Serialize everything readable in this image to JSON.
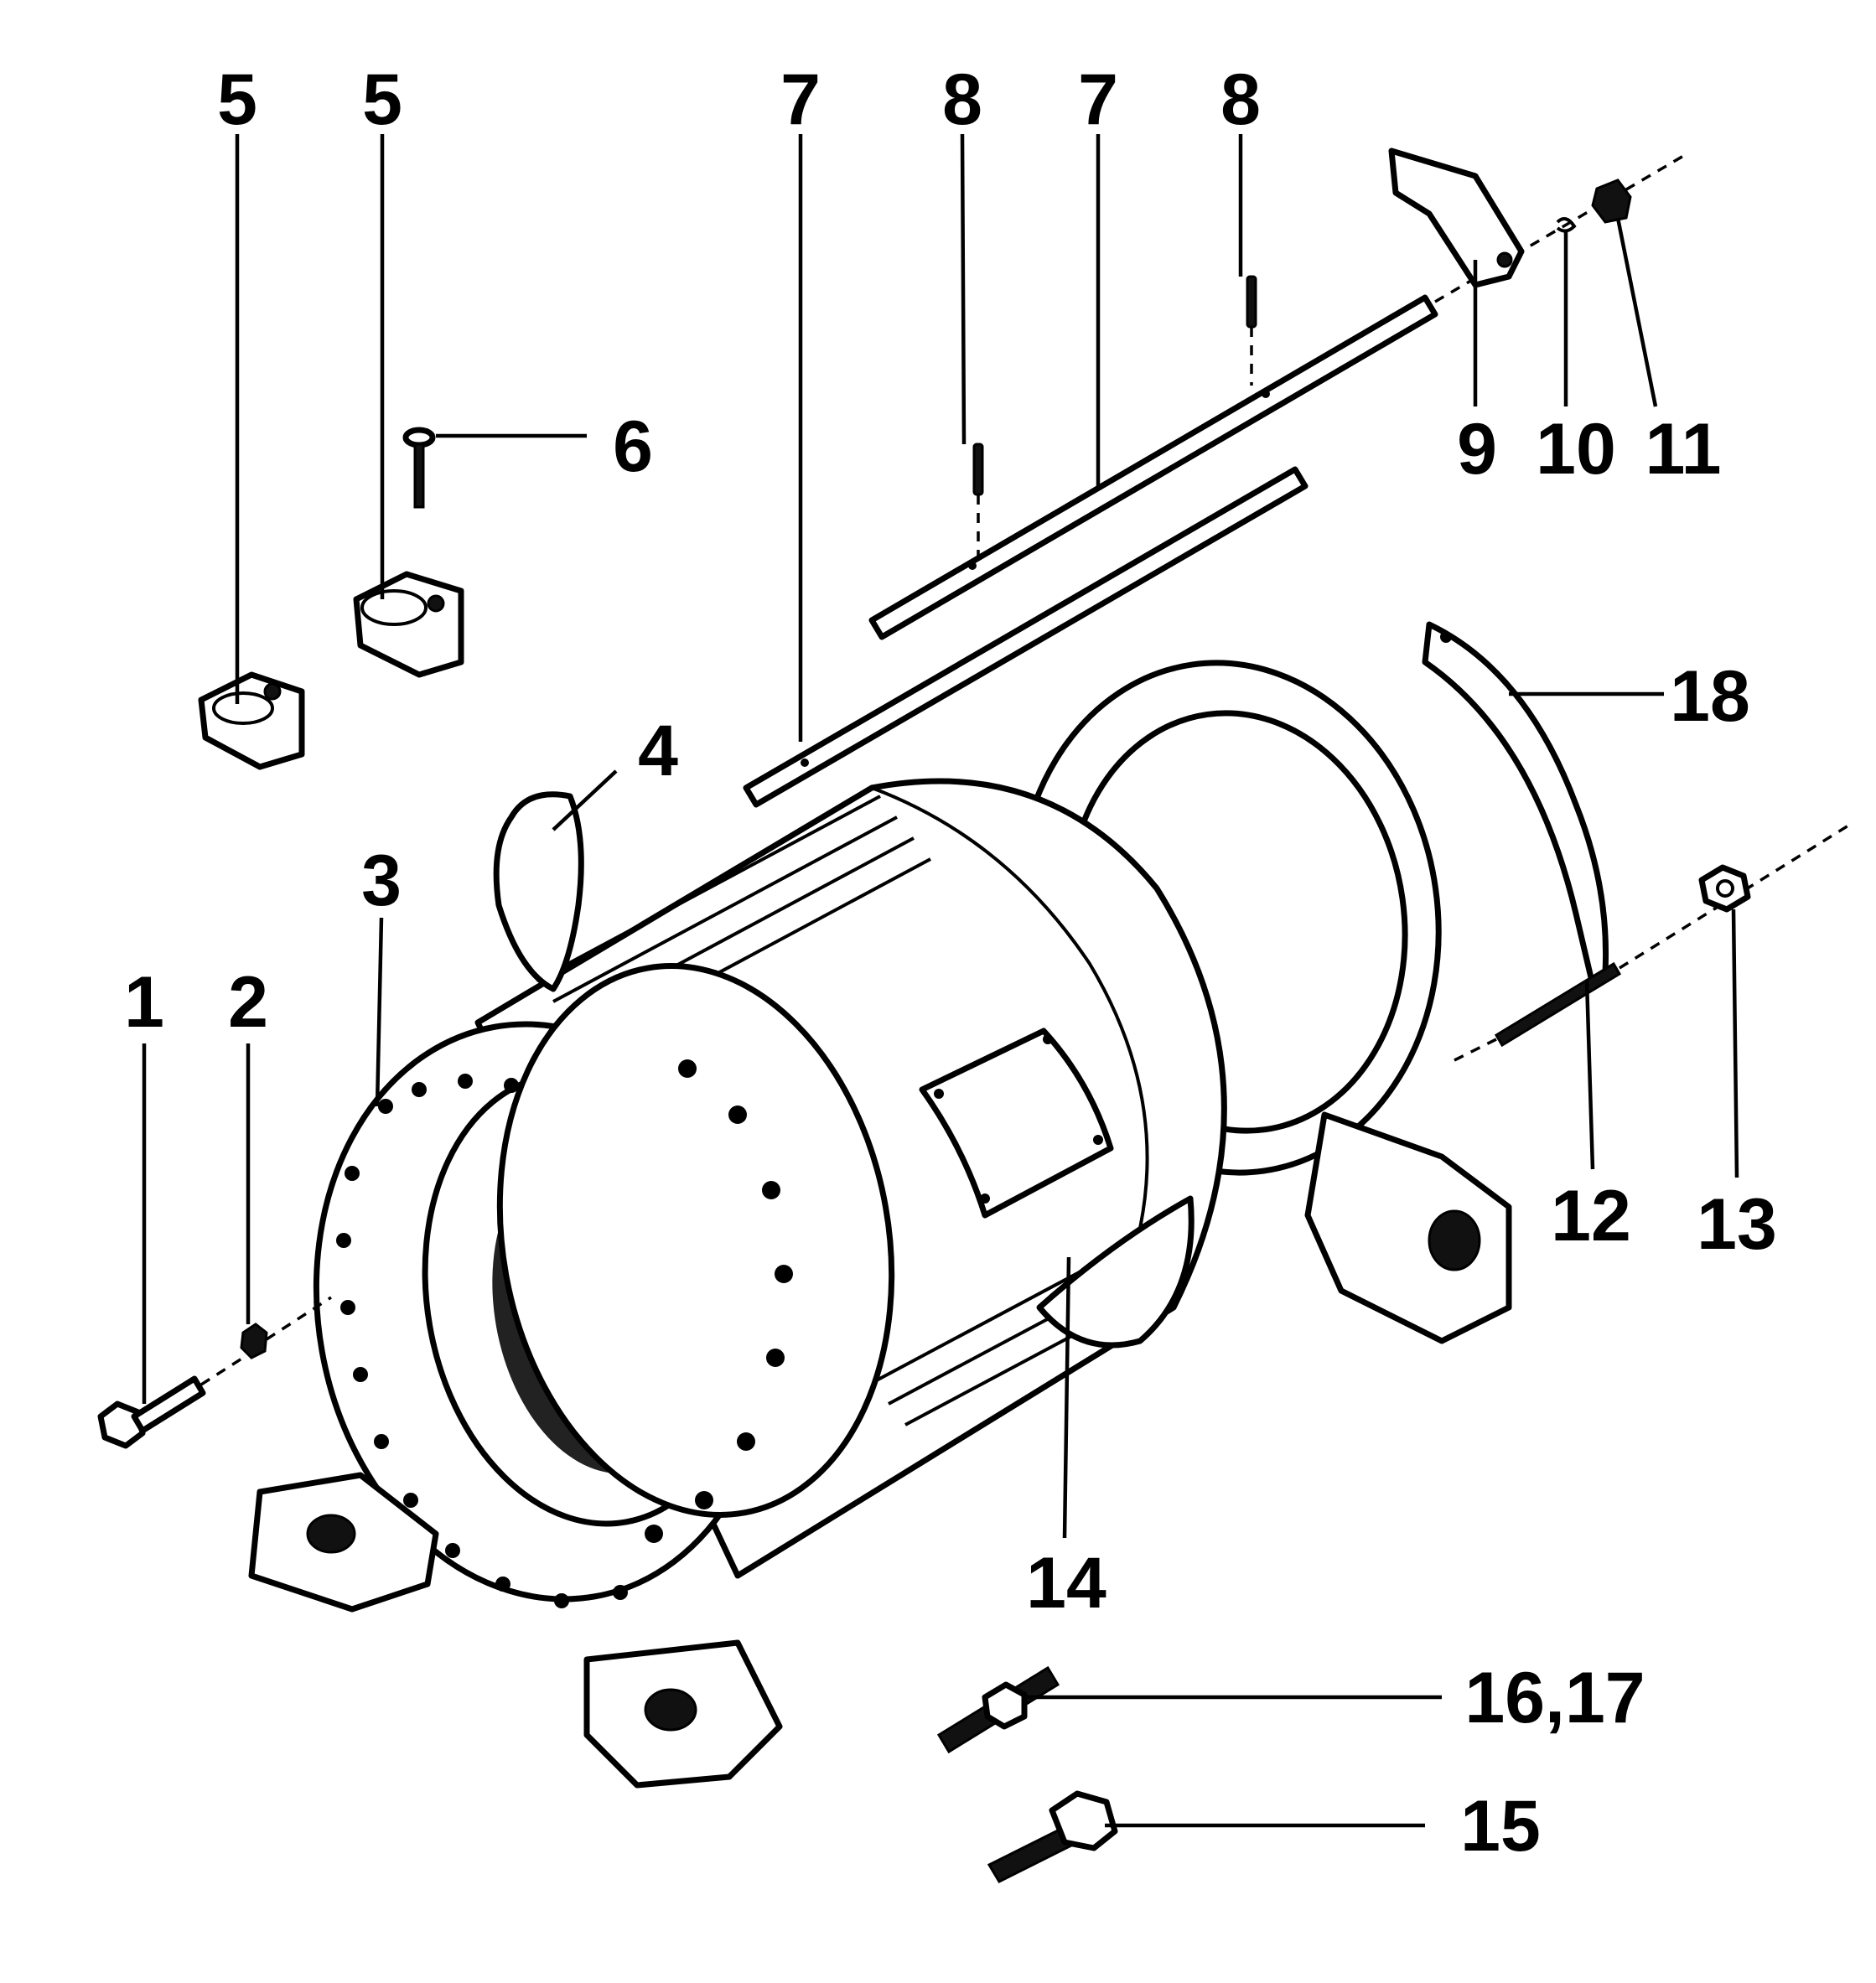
{
  "diagram": {
    "callouts": {
      "c1": "1",
      "c2": "2",
      "c3": "3",
      "c4": "4",
      "c5a": "5",
      "c5b": "5",
      "c6": "6",
      "c7a": "7",
      "c7b": "7",
      "c8a": "8",
      "c8b": "8",
      "c9": "9",
      "c10": "10",
      "c11": "11",
      "c12": "12",
      "c13": "13",
      "c14": "14",
      "c15": "15",
      "c16_17": "16,17",
      "c18": "18"
    }
  }
}
